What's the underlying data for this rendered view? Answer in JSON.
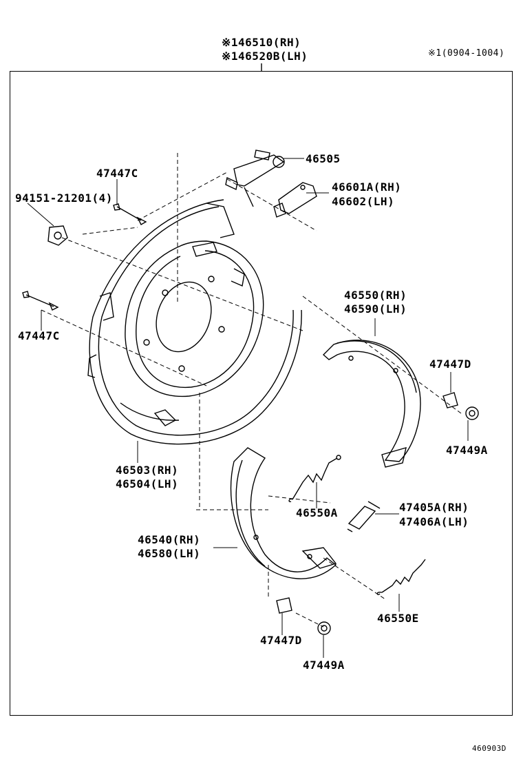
{
  "header": {
    "assembly_rh": "※146510(RH)",
    "assembly_lh": "※146520B(LH)",
    "note": "※1(0904-1004)"
  },
  "parts": {
    "p46505": "46505",
    "p46601A": "46601A(RH)",
    "p46602": "46602(LH)",
    "p47447C_top": "47447C",
    "p94151": "94151-21201(4)",
    "p47447C_left": "47447C",
    "p46550_rh": "46550(RH)",
    "p46590_lh": "46590(LH)",
    "p47447D_right": "47447D",
    "p47449A_right": "47449A",
    "p46503_rh": "46503(RH)",
    "p46504_lh": "46504(LH)",
    "p46550A": "46550A",
    "p47405A_rh": "47405A(RH)",
    "p47406A_lh": "47406A(LH)",
    "p46540_rh": "46540(RH)",
    "p46580_lh": "46580(LH)",
    "p46550E": "46550E",
    "p47447D_bottom": "47447D",
    "p47449A_bottom": "47449A"
  },
  "footer": {
    "code": "460903D"
  }
}
